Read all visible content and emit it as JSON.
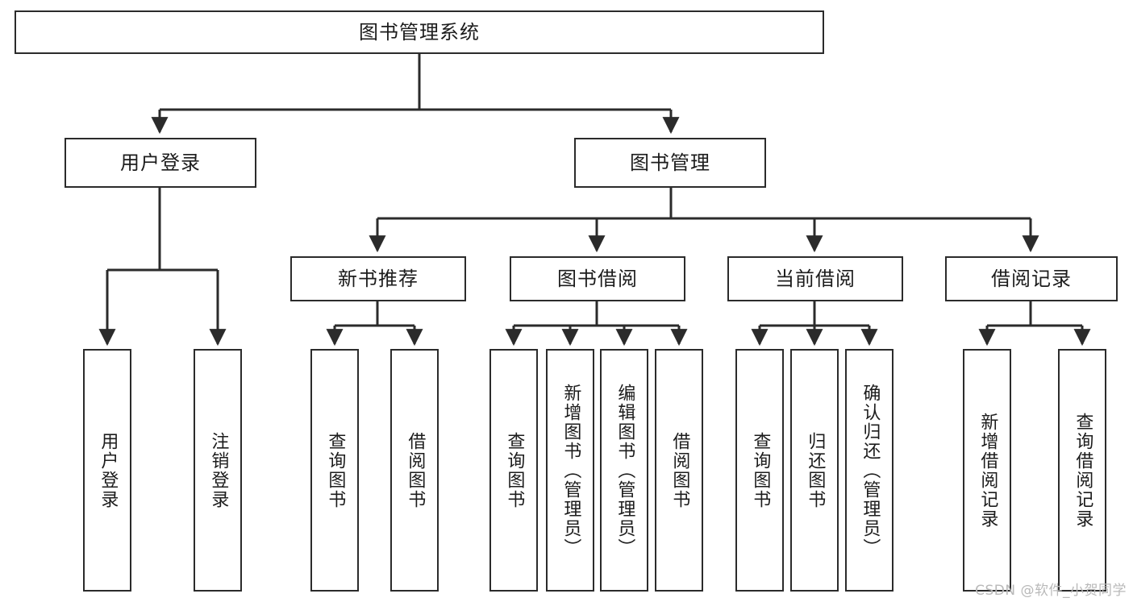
{
  "diagram": {
    "title": "图书管理系统",
    "type": "tree-hierarchy",
    "background_color": "#ffffff",
    "line_color": "#2b2b2b",
    "text_color": "#1c1c1c",
    "root": {
      "label": "图书管理系统"
    },
    "level2": [
      {
        "label": "用户登录"
      },
      {
        "label": "图书管理"
      }
    ],
    "level3": [
      {
        "label": "新书推荐"
      },
      {
        "label": "图书借阅"
      },
      {
        "label": "当前借阅"
      },
      {
        "label": "借阅记录"
      }
    ],
    "leaves": {
      "user_login": [
        {
          "label": "用户登录"
        },
        {
          "label": "注销登录"
        }
      ],
      "new_book_recommend": [
        {
          "label": "查询图书"
        },
        {
          "label": "借阅图书"
        }
      ],
      "book_borrow": [
        {
          "label": "查询图书"
        },
        {
          "label": "新增图书（管理员）"
        },
        {
          "label": "编辑图书（管理员）"
        },
        {
          "label": "借阅图书"
        }
      ],
      "current_borrow": [
        {
          "label": "查询图书"
        },
        {
          "label": "归还图书"
        },
        {
          "label": "确认归还（管理员）"
        }
      ],
      "borrow_record": [
        {
          "label": "新增借阅记录"
        },
        {
          "label": "查询借阅记录"
        }
      ]
    }
  },
  "watermark": {
    "text": "CSDN @软件_小贺同学"
  }
}
